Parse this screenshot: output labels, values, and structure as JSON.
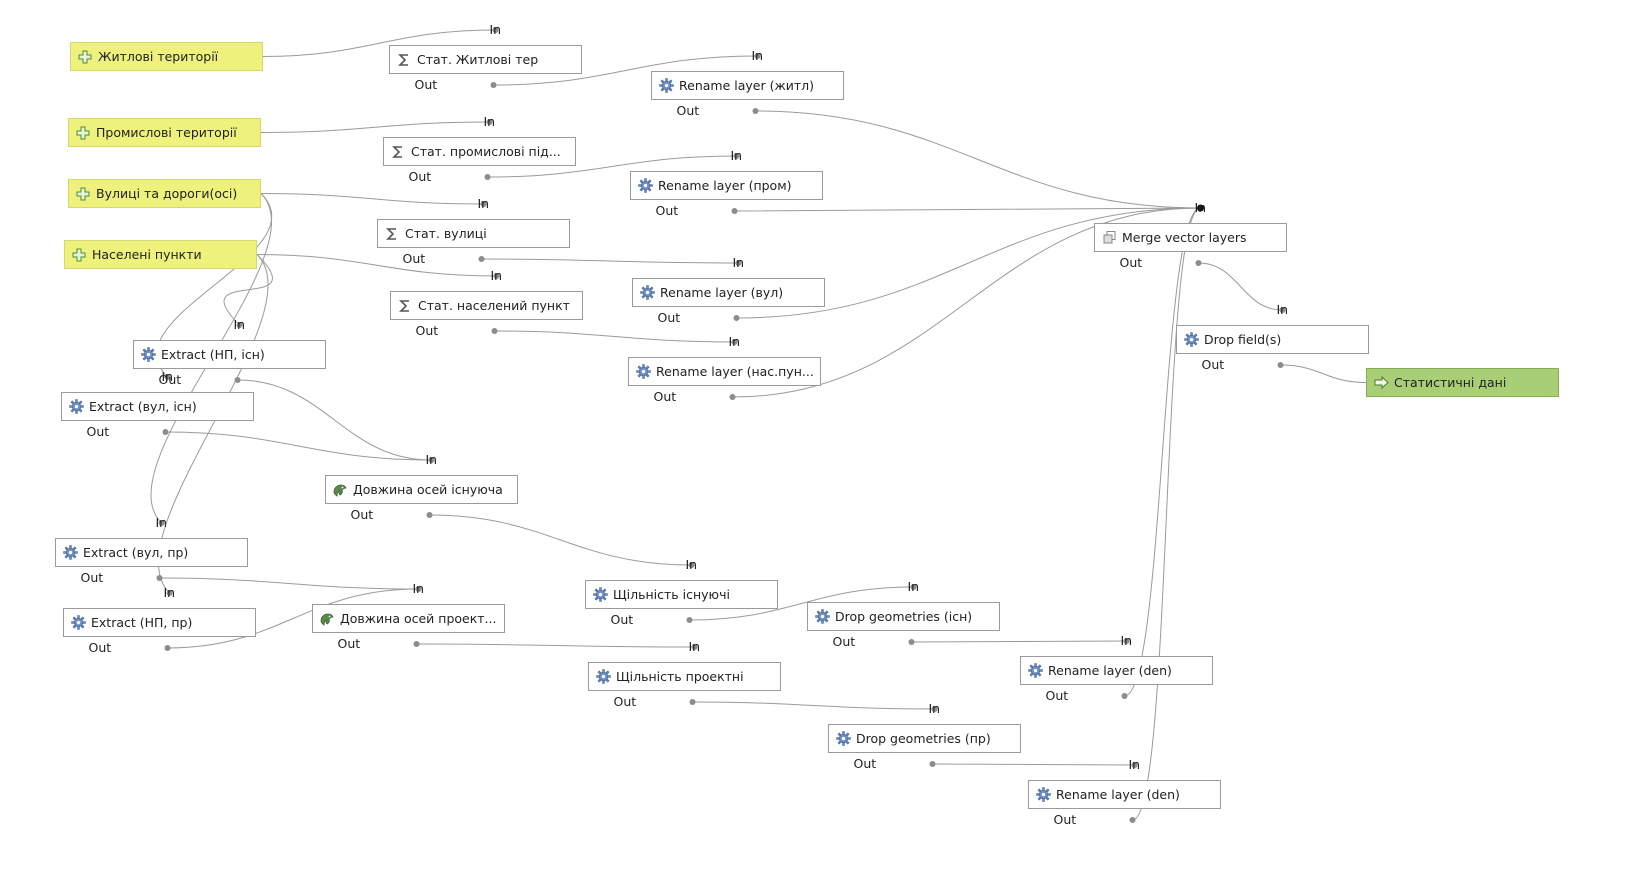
{
  "port_labels": {
    "in": "In",
    "out": "Out"
  },
  "colors": {
    "input": "#eef27d",
    "output": "#a9cf76",
    "link": "#9a9a9a",
    "port": "#8c8c8c"
  },
  "inputs": [
    {
      "id": "zhytlovi",
      "label": "Житлові території",
      "icon": "plus-icon"
    },
    {
      "id": "promyslovi",
      "label": "Промислові території",
      "icon": "plus-icon"
    },
    {
      "id": "vulytsi",
      "label": "Вулиці та дороги(осі)",
      "icon": "plus-icon"
    },
    {
      "id": "naseleni",
      "label": "Населені пункти",
      "icon": "plus-icon"
    }
  ],
  "output": {
    "id": "stat_out",
    "label": "Статистичні дані",
    "icon": "arrow-right-icon"
  },
  "algorithms": [
    {
      "id": "stat_zhytl",
      "label": "Стат. Житлові тер",
      "icon": "sigma-icon"
    },
    {
      "id": "stat_prom",
      "label": "Стат. промислові під...",
      "icon": "sigma-icon"
    },
    {
      "id": "stat_vul",
      "label": "Стат. вулиці",
      "icon": "sigma-icon"
    },
    {
      "id": "stat_np",
      "label": "Стат. населений пункт",
      "icon": "sigma-icon"
    },
    {
      "id": "ren_zhytl",
      "label": "Rename layer (житл)",
      "icon": "gear-icon"
    },
    {
      "id": "ren_prom",
      "label": "Rename layer (пром)",
      "icon": "gear-icon"
    },
    {
      "id": "ren_vul",
      "label": "Rename layer (вул)",
      "icon": "gear-icon"
    },
    {
      "id": "ren_np",
      "label": "Rename layer (нас.пун...",
      "icon": "gear-icon"
    },
    {
      "id": "merge",
      "label": "Merge vector layers",
      "icon": "merge-icon"
    },
    {
      "id": "drop_fields",
      "label": "Drop field(s)",
      "icon": "gear-icon"
    },
    {
      "id": "ext_np_isn",
      "label": "Extract  (НП, існ)",
      "icon": "gear-icon"
    },
    {
      "id": "ext_vul_isn",
      "label": "Extract (вул, існ)",
      "icon": "gear-icon"
    },
    {
      "id": "ext_vul_pr",
      "label": "Extract (вул, пр)",
      "icon": "gear-icon"
    },
    {
      "id": "ext_np_pr",
      "label": "Extract  (НП, пр)",
      "icon": "gear-icon"
    },
    {
      "id": "len_isn",
      "label": "Довжина осей існуюча",
      "icon": "grass-icon"
    },
    {
      "id": "len_pr",
      "label": "Довжина осей проект...",
      "icon": "grass-icon"
    },
    {
      "id": "dens_isn",
      "label": "Щільність існуючі",
      "icon": "gear-icon"
    },
    {
      "id": "dens_pr",
      "label": "Щільність проектні",
      "icon": "gear-icon"
    },
    {
      "id": "dropg_isn",
      "label": "Drop geometries (існ)",
      "icon": "gear-icon"
    },
    {
      "id": "dropg_pr",
      "label": "Drop geometries (пр)",
      "icon": "gear-icon"
    },
    {
      "id": "ren_den1",
      "label": "Rename layer (den)",
      "icon": "gear-icon"
    },
    {
      "id": "ren_den2",
      "label": "Rename layer (den)",
      "icon": "gear-icon"
    }
  ]
}
